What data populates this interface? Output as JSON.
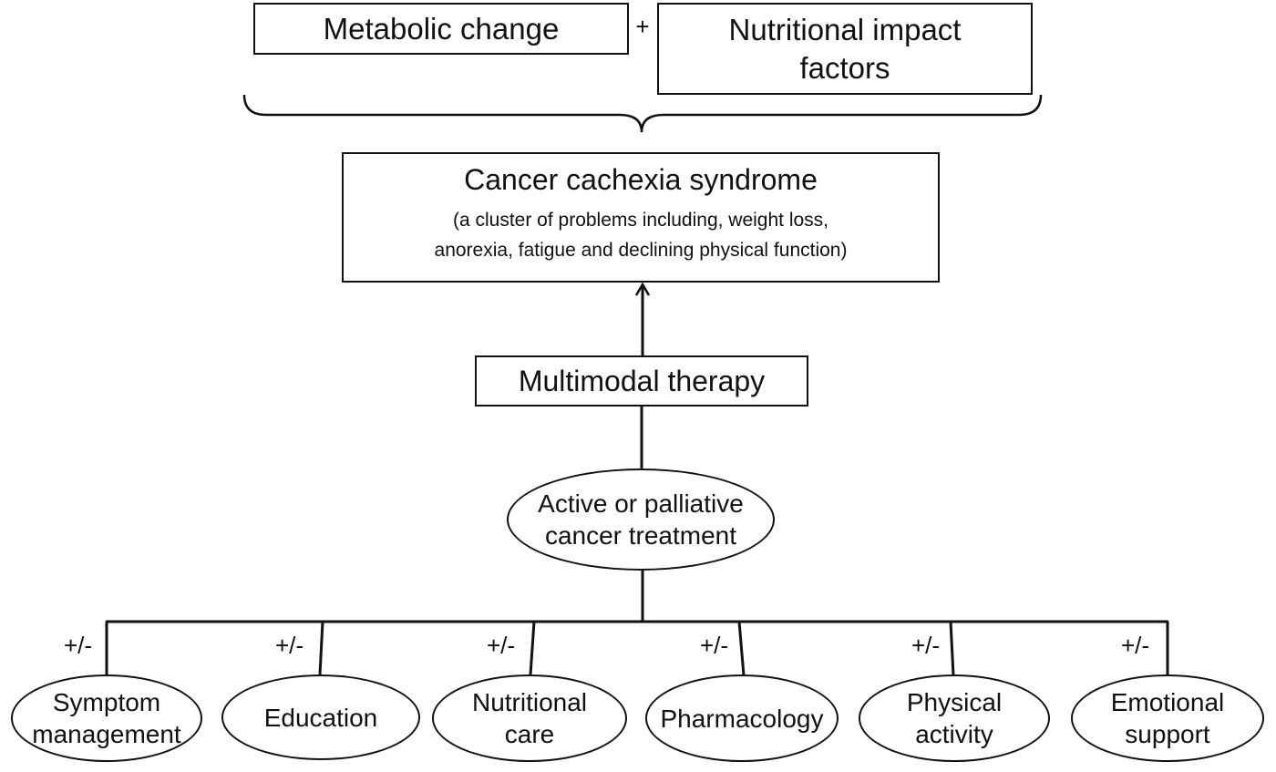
{
  "top": {
    "metabolic_change": "Metabolic change",
    "plus": "+",
    "nutritional_impact_line1": "Nutritional impact",
    "nutritional_impact_line2": "factors"
  },
  "syndrome": {
    "title": "Cancer cachexia syndrome",
    "desc_line1": "(a cluster of problems including, weight loss,",
    "desc_line2": "anorexia, fatigue and declining physical function)"
  },
  "therapy": {
    "label": "Multimodal therapy"
  },
  "treatment": {
    "line1": "Active or palliative",
    "line2": "cancer treatment"
  },
  "modalities": [
    {
      "line1": "Symptom",
      "line2": "management",
      "sign": "+/-"
    },
    {
      "line1": "Education",
      "line2": "",
      "sign": "+/-"
    },
    {
      "line1": "Nutritional",
      "line2": "care",
      "sign": "+/-"
    },
    {
      "line1": "Pharmacology",
      "line2": "",
      "sign": "+/-"
    },
    {
      "line1": "Physical",
      "line2": "activity",
      "sign": "+/-"
    },
    {
      "line1": "Emotional",
      "line2": "support",
      "sign": "+/-"
    }
  ]
}
